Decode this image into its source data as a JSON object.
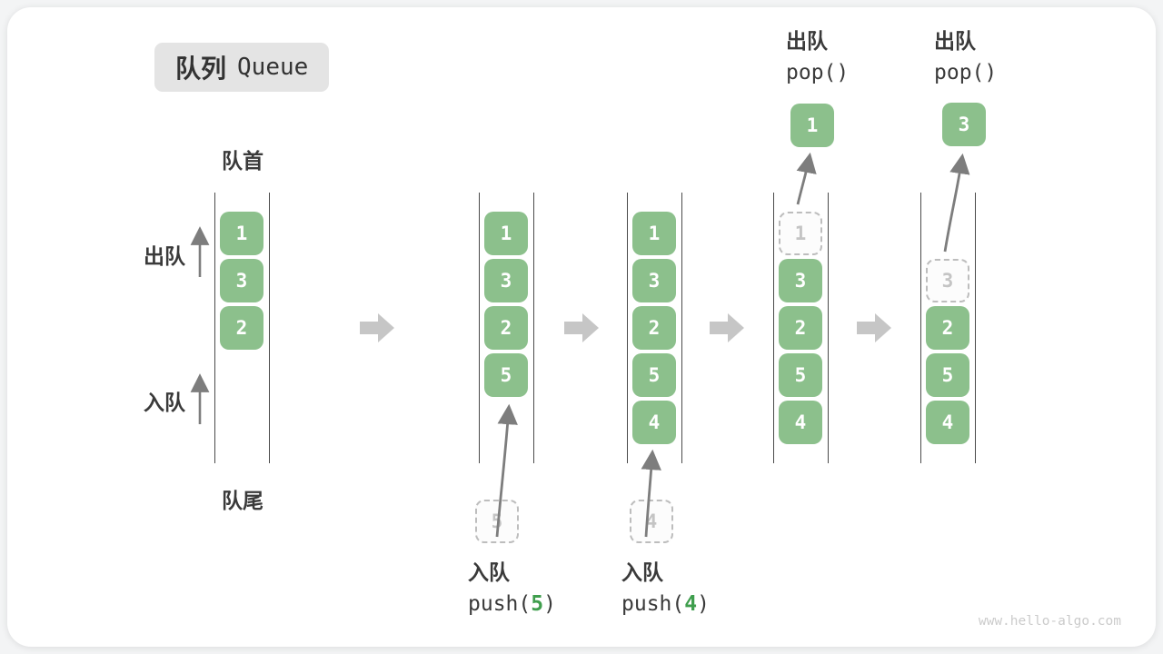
{
  "title": {
    "zh": "队列",
    "en": "Queue"
  },
  "labels": {
    "front": "队首",
    "rear": "队尾",
    "dequeue": "出队",
    "enqueue": "入队"
  },
  "columns": [
    {
      "slots": [
        {
          "row": 1,
          "v": "1",
          "type": "solid"
        },
        {
          "row": 2,
          "v": "3",
          "type": "solid"
        },
        {
          "row": 3,
          "v": "2",
          "type": "solid"
        }
      ]
    },
    {
      "slots": [
        {
          "row": 1,
          "v": "1",
          "type": "solid"
        },
        {
          "row": 2,
          "v": "3",
          "type": "solid"
        },
        {
          "row": 3,
          "v": "2",
          "type": "solid"
        },
        {
          "row": 4,
          "v": "5",
          "type": "solid"
        }
      ]
    },
    {
      "slots": [
        {
          "row": 1,
          "v": "1",
          "type": "solid"
        },
        {
          "row": 2,
          "v": "3",
          "type": "solid"
        },
        {
          "row": 3,
          "v": "2",
          "type": "solid"
        },
        {
          "row": 4,
          "v": "5",
          "type": "solid"
        },
        {
          "row": 5,
          "v": "4",
          "type": "solid"
        }
      ]
    },
    {
      "slots": [
        {
          "row": 1,
          "v": "1",
          "type": "dashed"
        },
        {
          "row": 2,
          "v": "3",
          "type": "solid"
        },
        {
          "row": 3,
          "v": "2",
          "type": "solid"
        },
        {
          "row": 4,
          "v": "5",
          "type": "solid"
        },
        {
          "row": 5,
          "v": "4",
          "type": "solid"
        }
      ]
    },
    {
      "slots": [
        {
          "row": 2,
          "v": "3",
          "type": "dashed"
        },
        {
          "row": 3,
          "v": "2",
          "type": "solid"
        },
        {
          "row": 4,
          "v": "5",
          "type": "solid"
        },
        {
          "row": 5,
          "v": "4",
          "type": "solid"
        }
      ]
    }
  ],
  "operations": [
    {
      "kind": "enqueue",
      "label": "入队",
      "code_pre": "push(",
      "arg": "5",
      "code_post": ")",
      "staged_value": "5"
    },
    {
      "kind": "enqueue",
      "label": "入队",
      "code_pre": "push(",
      "arg": "4",
      "code_post": ")",
      "staged_value": "4"
    },
    {
      "kind": "dequeue",
      "label": "出队",
      "code": "pop()",
      "popped_value": "1"
    },
    {
      "kind": "dequeue",
      "label": "出队",
      "code": "pop()",
      "popped_value": "3"
    }
  ],
  "watermark": "www.hello-algo.com",
  "colors": {
    "box_green": "#8CC08C",
    "arg_green": "#3F9E4D",
    "block_arrow": "#C6C6C6",
    "wall_line": "#4A4A4A",
    "thin_arrow": "#7D7D7D",
    "dashed_border": "#BDBDBD",
    "dashed_text": "#C4C4C4",
    "title_bg": "#E4E4E4",
    "text": "#3A3A3A",
    "watermark": "#CBCBCB"
  }
}
